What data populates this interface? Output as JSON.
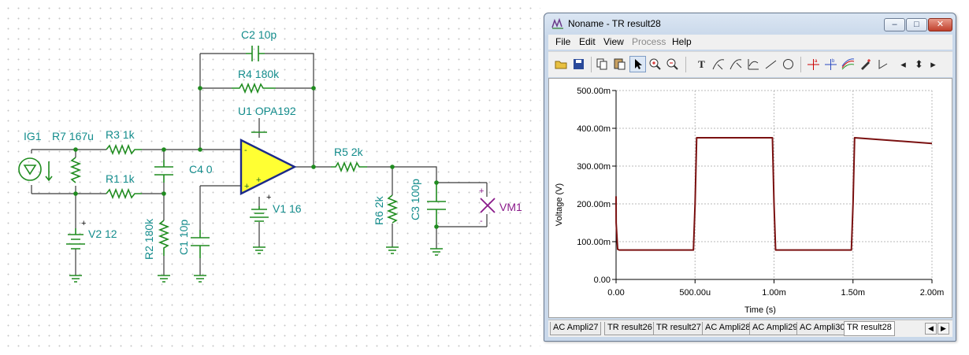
{
  "schematic": {
    "labels": {
      "ig1": "IG1",
      "r7": "R7 167u",
      "r3": "R3 1k",
      "r1": "R1 1k",
      "c2": "C2 10p",
      "r4": "R4 180k",
      "u1": "U1 OPA192",
      "c4": "C4 0",
      "r2": "R2 180k",
      "c1": "C1 10p",
      "v1": "V1 16",
      "v2": "V2 12",
      "r5": "R5 2k",
      "r6": "R6 2k",
      "c3": "C3 100p",
      "vm1": "VM1"
    },
    "pins": {
      "plus": "+",
      "minus": "-"
    }
  },
  "window": {
    "title": "Noname - TR result28",
    "buttons": {
      "minimize": "–",
      "maximize": "□",
      "close": "✕"
    },
    "menu": [
      "File",
      "Edit",
      "View",
      "Process",
      "Help"
    ],
    "menu_disabled": [
      "Process"
    ],
    "toolbar_icons": [
      "open-folder-icon",
      "save-icon",
      "copy-icon",
      "paste-icon",
      "pointer-icon",
      "zoom-in-icon",
      "zoom-out-icon",
      "text-icon",
      "cursor-a-icon",
      "cursor-b-icon",
      "axis-icon",
      "line-icon",
      "circle-icon",
      "marker-a-icon",
      "marker-b-icon",
      "curves-icon",
      "pen-icon",
      "angle-icon",
      "nav-left-icon",
      "nav-updown-icon",
      "nav-right-icon"
    ],
    "tabs": [
      "AC Ampli27",
      "TR result26",
      "TR result27",
      "AC Ampli28",
      "AC Ampli29",
      "AC Ampli30",
      "TR result28"
    ],
    "active_tab": "TR result28",
    "tab_nav": {
      "left": "◀",
      "right": "▶"
    }
  },
  "chart_data": {
    "type": "line",
    "xlabel": "Time (s)",
    "ylabel": "Voltage (V)",
    "x_ticks": [
      "0.00",
      "500.00u",
      "1.00m",
      "1.50m",
      "2.00m"
    ],
    "y_ticks": [
      "0.00",
      "100.00m",
      "200.00m",
      "300.00m",
      "400.00m",
      "500.00m"
    ],
    "xlim": [
      0,
      0.002
    ],
    "ylim": [
      0,
      0.5
    ],
    "grid": true,
    "series": [
      {
        "color": "#7a1010",
        "x": [
          0,
          1e-05,
          2e-05,
          5e-07,
          0.00049,
          0.0005,
          0.00051,
          0.00099,
          0.001,
          0.00101,
          0.00149,
          0.0015,
          0.00151,
          0.002
        ],
        "y": [
          0.22,
          0.08,
          0.078,
          0.15,
          0.078,
          0.2,
          0.375,
          0.375,
          0.2,
          0.078,
          0.078,
          0.2,
          0.375,
          0.36
        ]
      }
    ]
  }
}
